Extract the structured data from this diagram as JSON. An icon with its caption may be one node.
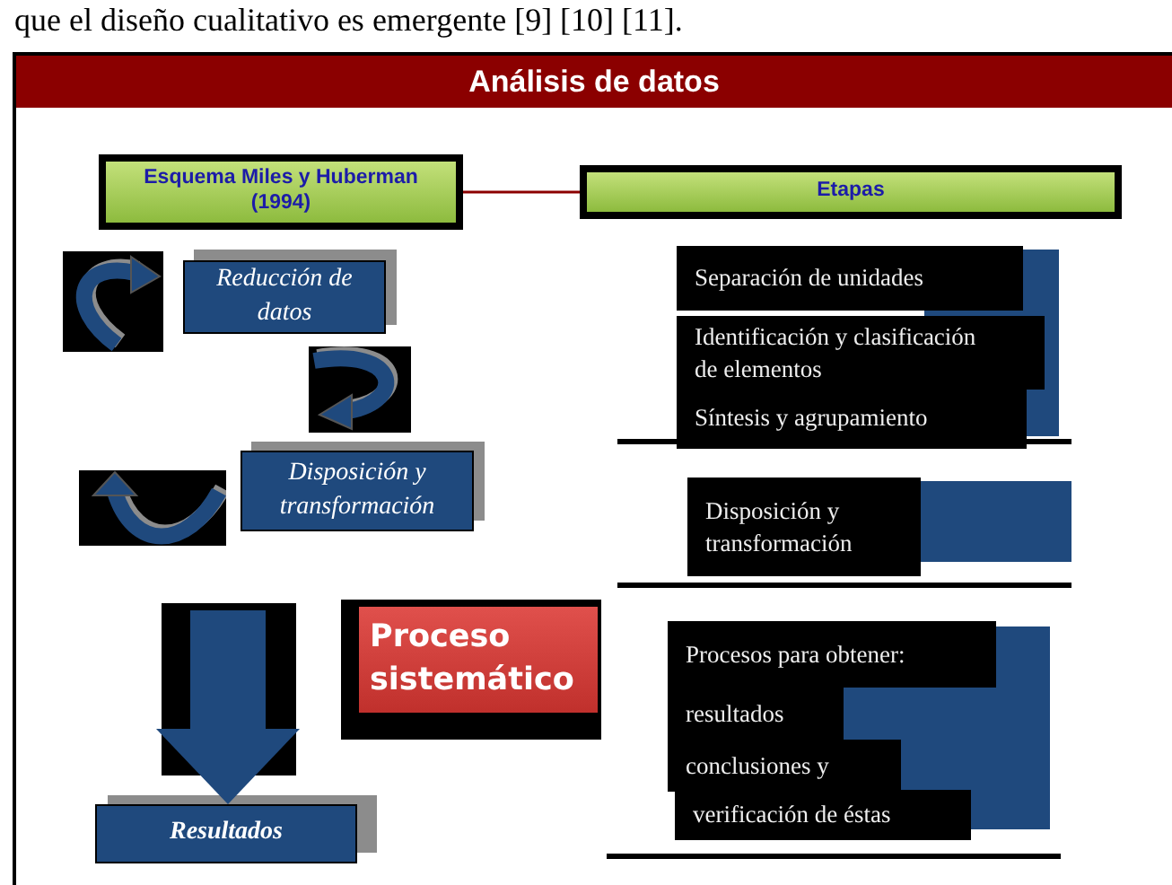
{
  "diagram": {
    "title": "Análisis de datos",
    "nodes": [
      {
        "text": [
          "Esquema Miles y Huberman (1994)"
        ]
      },
      {
        "text": [
          "Etapas"
        ]
      },
      {
        "text": [
          "Reducción de datos"
        ]
      },
      {
        "text": [
          "Disposición y transformación"
        ]
      },
      {
        "text": [
          "Proceso sistemático"
        ]
      },
      {
        "text": [
          "Resultados"
        ]
      },
      {
        "text": [
          "Separación de unidades"
        ]
      },
      {
        "text": [
          "Identificación y clasificación de elementos"
        ]
      },
      {
        "text": [
          "Síntesis y agrupamiento"
        ]
      },
      {
        "text": [
          "Disposición y transformación"
        ]
      },
      {
        "text": [
          "Procesos para obtener:"
        ]
      },
      {
        "text": [
          "resultados"
        ]
      },
      {
        "text": [
          "conclusiones y"
        ]
      },
      {
        "text": [
          "verificación de éstas"
        ]
      }
    ],
    "edges": [
      {
        "from": 0,
        "to": 1,
        "arrow": "none",
        "color": "#8b0000"
      },
      {
        "from": null,
        "to": 5,
        "arrow": "to",
        "style": "thick",
        "color": "#1f497d"
      }
    ],
    "labels": [
      "que el diseño cualitativo es emergente [9] [10] [11]."
    ]
  }
}
